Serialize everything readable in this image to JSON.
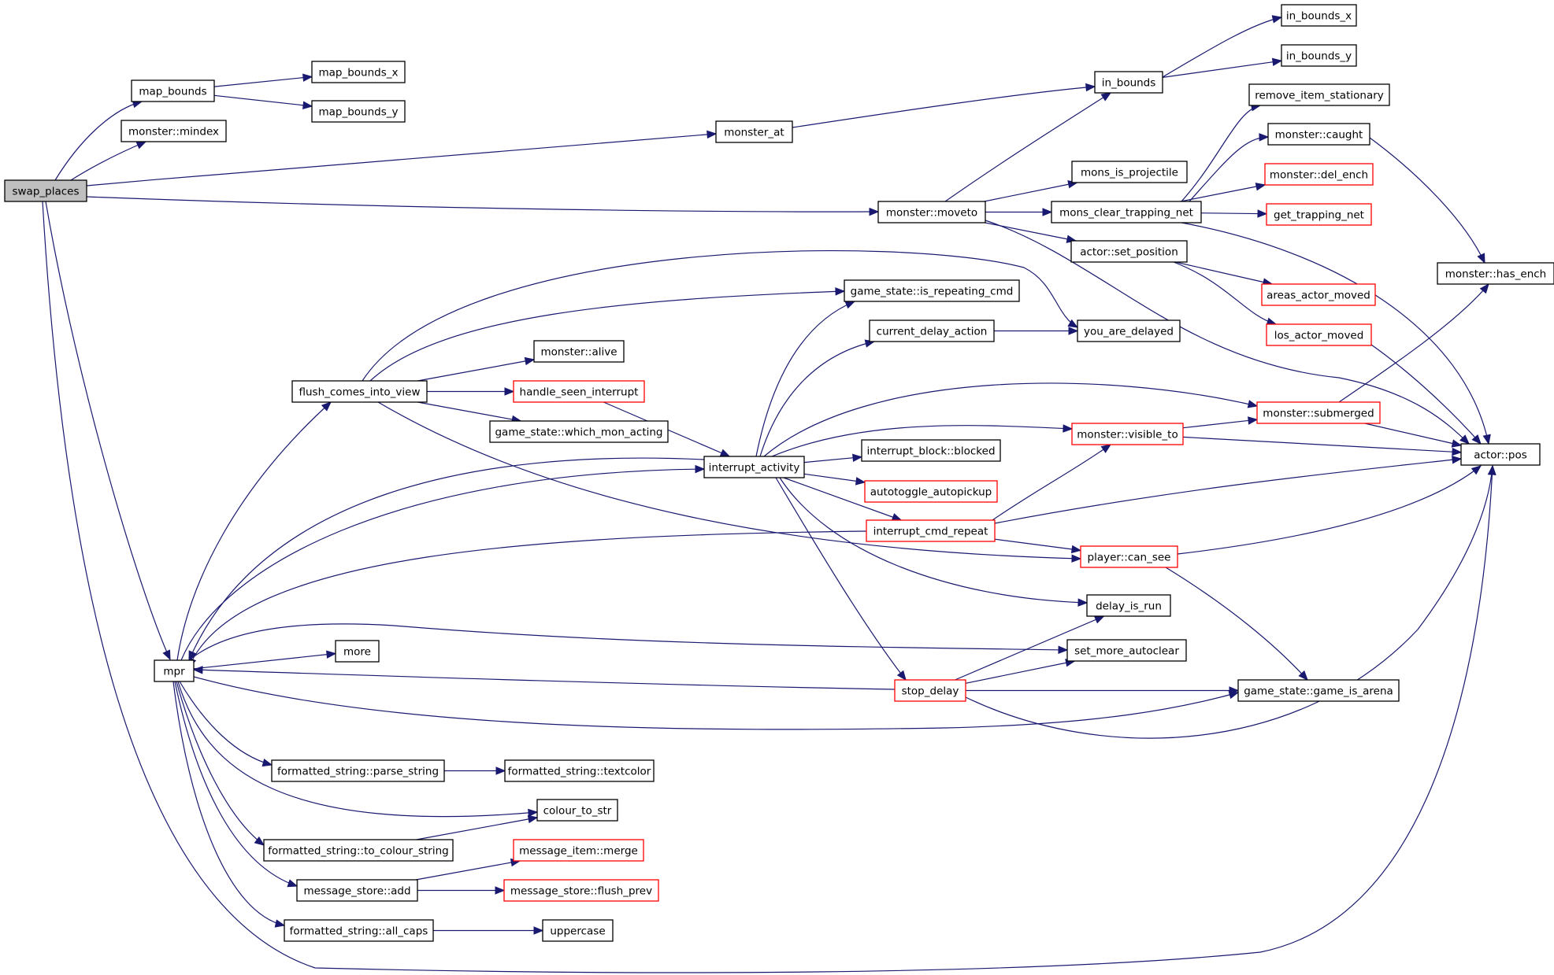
{
  "colors": {
    "edge": "#191970",
    "node_border": "#000000",
    "truncated_border": "#ff0000",
    "root_fill": "#bfbfbf",
    "node_fill": "#ffffff"
  },
  "nodes": [
    {
      "id": "swap_places",
      "label": "swap_places",
      "root": true
    },
    {
      "id": "map_bounds",
      "label": "map_bounds"
    },
    {
      "id": "map_bounds_x",
      "label": "map_bounds_x"
    },
    {
      "id": "map_bounds_y",
      "label": "map_bounds_y"
    },
    {
      "id": "monster_mindex",
      "label": "monster::mindex"
    },
    {
      "id": "monster_at",
      "label": "monster_at"
    },
    {
      "id": "in_bounds",
      "label": "in_bounds"
    },
    {
      "id": "in_bounds_x",
      "label": "in_bounds_x"
    },
    {
      "id": "in_bounds_y",
      "label": "in_bounds_y"
    },
    {
      "id": "remove_item_stationary",
      "label": "remove_item_stationary"
    },
    {
      "id": "monster_caught",
      "label": "monster::caught"
    },
    {
      "id": "monster_del_ench",
      "label": "monster::del_ench",
      "truncated": true
    },
    {
      "id": "get_trapping_net",
      "label": "get_trapping_net",
      "truncated": true
    },
    {
      "id": "monster_has_ench",
      "label": "monster::has_ench"
    },
    {
      "id": "mons_is_projectile",
      "label": "mons_is_projectile"
    },
    {
      "id": "monster_moveto",
      "label": "monster::moveto"
    },
    {
      "id": "mons_clear_trapping_net",
      "label": "mons_clear_trapping_net"
    },
    {
      "id": "actor_set_position",
      "label": "actor::set_position"
    },
    {
      "id": "areas_actor_moved",
      "label": "areas_actor_moved",
      "truncated": true
    },
    {
      "id": "los_actor_moved",
      "label": "los_actor_moved",
      "truncated": true
    },
    {
      "id": "game_state_is_repeating_cmd",
      "label": "game_state::is_repeating_cmd"
    },
    {
      "id": "current_delay_action",
      "label": "current_delay_action"
    },
    {
      "id": "you_are_delayed",
      "label": "you_are_delayed"
    },
    {
      "id": "monster_alive",
      "label": "monster::alive"
    },
    {
      "id": "flush_comes_into_view",
      "label": "flush_comes_into_view"
    },
    {
      "id": "handle_seen_interrupt",
      "label": "handle_seen_interrupt",
      "truncated": true
    },
    {
      "id": "game_state_which_mon_acting",
      "label": "game_state::which_mon_acting"
    },
    {
      "id": "monster_submerged",
      "label": "monster::submerged",
      "truncated": true
    },
    {
      "id": "monster_visible_to",
      "label": "monster::visible_to",
      "truncated": true
    },
    {
      "id": "actor_pos",
      "label": "actor::pos"
    },
    {
      "id": "interrupt_activity",
      "label": "interrupt_activity"
    },
    {
      "id": "interrupt_block_blocked",
      "label": "interrupt_block::blocked"
    },
    {
      "id": "autotoggle_autopickup",
      "label": "autotoggle_autopickup",
      "truncated": true
    },
    {
      "id": "interrupt_cmd_repeat",
      "label": "interrupt_cmd_repeat",
      "truncated": true
    },
    {
      "id": "player_can_see",
      "label": "player::can_see",
      "truncated": true
    },
    {
      "id": "delay_is_run",
      "label": "delay_is_run"
    },
    {
      "id": "set_more_autoclear",
      "label": "set_more_autoclear"
    },
    {
      "id": "more",
      "label": "more"
    },
    {
      "id": "mpr",
      "label": "mpr"
    },
    {
      "id": "stop_delay",
      "label": "stop_delay",
      "truncated": true
    },
    {
      "id": "game_state_game_is_arena",
      "label": "game_state::game_is_arena"
    },
    {
      "id": "formatted_string_parse_string",
      "label": "formatted_string::parse_string"
    },
    {
      "id": "formatted_string_textcolor",
      "label": "formatted_string::textcolor"
    },
    {
      "id": "colour_to_str",
      "label": "colour_to_str"
    },
    {
      "id": "formatted_string_to_colour_string",
      "label": "formatted_string::to_colour_string"
    },
    {
      "id": "message_item_merge",
      "label": "message_item::merge",
      "truncated": true
    },
    {
      "id": "message_store_add",
      "label": "message_store::add"
    },
    {
      "id": "message_store_flush_prev",
      "label": "message_store::flush_prev",
      "truncated": true
    },
    {
      "id": "formatted_string_all_caps",
      "label": "formatted_string::all_caps"
    },
    {
      "id": "uppercase",
      "label": "uppercase"
    }
  ],
  "edges": [
    [
      "swap_places",
      "map_bounds"
    ],
    [
      "swap_places",
      "monster_mindex"
    ],
    [
      "swap_places",
      "monster_at"
    ],
    [
      "swap_places",
      "monster_moveto"
    ],
    [
      "swap_places",
      "mpr"
    ],
    [
      "swap_places",
      "actor_pos"
    ],
    [
      "map_bounds",
      "map_bounds_x"
    ],
    [
      "map_bounds",
      "map_bounds_y"
    ],
    [
      "monster_at",
      "in_bounds"
    ],
    [
      "in_bounds",
      "in_bounds_x"
    ],
    [
      "in_bounds",
      "in_bounds_y"
    ],
    [
      "monster_moveto",
      "in_bounds"
    ],
    [
      "monster_moveto",
      "mons_is_projectile"
    ],
    [
      "monster_moveto",
      "mons_clear_trapping_net"
    ],
    [
      "monster_moveto",
      "actor_set_position"
    ],
    [
      "monster_moveto",
      "actor_pos"
    ],
    [
      "mons_clear_trapping_net",
      "remove_item_stationary"
    ],
    [
      "mons_clear_trapping_net",
      "monster_caught"
    ],
    [
      "mons_clear_trapping_net",
      "monster_del_ench"
    ],
    [
      "mons_clear_trapping_net",
      "get_trapping_net"
    ],
    [
      "mons_clear_trapping_net",
      "actor_pos"
    ],
    [
      "monster_caught",
      "monster_has_ench"
    ],
    [
      "actor_set_position",
      "areas_actor_moved"
    ],
    [
      "actor_set_position",
      "los_actor_moved"
    ],
    [
      "los_actor_moved",
      "actor_pos"
    ],
    [
      "flush_comes_into_view",
      "game_state_is_repeating_cmd"
    ],
    [
      "flush_comes_into_view",
      "you_are_delayed"
    ],
    [
      "flush_comes_into_view",
      "monster_alive"
    ],
    [
      "flush_comes_into_view",
      "handle_seen_interrupt"
    ],
    [
      "flush_comes_into_view",
      "game_state_which_mon_acting"
    ],
    [
      "flush_comes_into_view",
      "player_can_see"
    ],
    [
      "handle_seen_interrupt",
      "interrupt_activity"
    ],
    [
      "current_delay_action",
      "you_are_delayed"
    ],
    [
      "interrupt_activity",
      "game_state_is_repeating_cmd"
    ],
    [
      "interrupt_activity",
      "current_delay_action"
    ],
    [
      "interrupt_activity",
      "monster_submerged"
    ],
    [
      "interrupt_activity",
      "monster_visible_to"
    ],
    [
      "interrupt_activity",
      "interrupt_block_blocked"
    ],
    [
      "interrupt_activity",
      "autotoggle_autopickup"
    ],
    [
      "interrupt_activity",
      "interrupt_cmd_repeat"
    ],
    [
      "interrupt_activity",
      "delay_is_run"
    ],
    [
      "interrupt_activity",
      "stop_delay"
    ],
    [
      "interrupt_activity",
      "mpr"
    ],
    [
      "monster_submerged",
      "monster_has_ench"
    ],
    [
      "monster_submerged",
      "actor_pos"
    ],
    [
      "monster_visible_to",
      "monster_submerged"
    ],
    [
      "monster_visible_to",
      "actor_pos"
    ],
    [
      "interrupt_cmd_repeat",
      "monster_visible_to"
    ],
    [
      "interrupt_cmd_repeat",
      "actor_pos"
    ],
    [
      "interrupt_cmd_repeat",
      "player_can_see"
    ],
    [
      "interrupt_cmd_repeat",
      "mpr"
    ],
    [
      "player_can_see",
      "actor_pos"
    ],
    [
      "player_can_see",
      "game_state_game_is_arena"
    ],
    [
      "stop_delay",
      "delay_is_run"
    ],
    [
      "stop_delay",
      "set_more_autoclear"
    ],
    [
      "stop_delay",
      "game_state_game_is_arena"
    ],
    [
      "stop_delay",
      "actor_pos"
    ],
    [
      "stop_delay",
      "mpr"
    ],
    [
      "mpr",
      "flush_comes_into_view"
    ],
    [
      "mpr",
      "interrupt_activity"
    ],
    [
      "mpr",
      "more"
    ],
    [
      "mpr",
      "set_more_autoclear"
    ],
    [
      "mpr",
      "game_state_game_is_arena"
    ],
    [
      "mpr",
      "formatted_string_parse_string"
    ],
    [
      "mpr",
      "colour_to_str"
    ],
    [
      "mpr",
      "formatted_string_to_colour_string"
    ],
    [
      "mpr",
      "message_store_add"
    ],
    [
      "mpr",
      "formatted_string_all_caps"
    ],
    [
      "formatted_string_parse_string",
      "formatted_string_textcolor"
    ],
    [
      "formatted_string_to_colour_string",
      "colour_to_str"
    ],
    [
      "message_store_add",
      "message_item_merge"
    ],
    [
      "message_store_add",
      "message_store_flush_prev"
    ],
    [
      "formatted_string_all_caps",
      "uppercase"
    ]
  ]
}
